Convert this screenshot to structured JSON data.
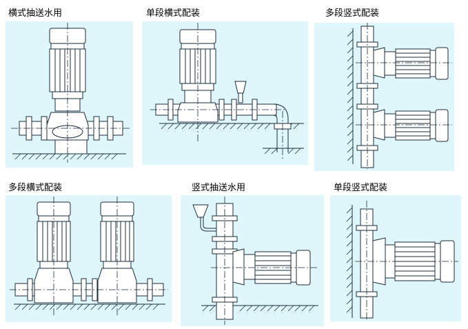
{
  "panels": [
    {
      "id": "p1",
      "label": "横式抽送水用"
    },
    {
      "id": "p2",
      "label": "单段横式配装"
    },
    {
      "id": "p3",
      "label": "多段竖式配装"
    },
    {
      "id": "p4",
      "label": "多段横式配装"
    },
    {
      "id": "p5",
      "label": "竖式抽送水用"
    },
    {
      "id": "p6",
      "label": "单段竖式配装"
    }
  ],
  "colors": {
    "panel_bg": "#dff6fa",
    "line": "#1a2a3a"
  }
}
